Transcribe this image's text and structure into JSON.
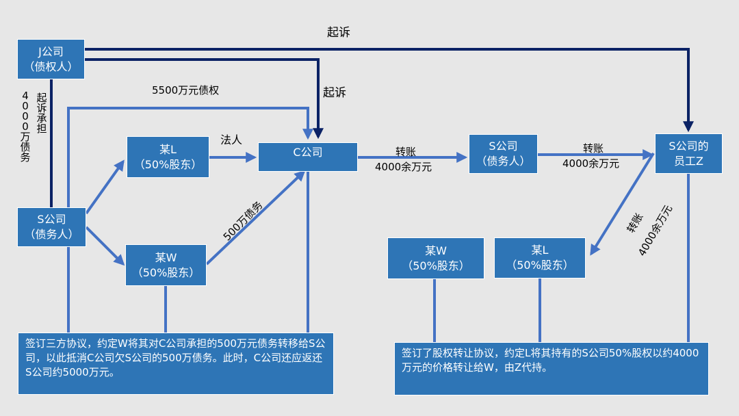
{
  "colors": {
    "background": "#e7e7e7",
    "box_fill": "#2e75b6",
    "flow_arrow": "#4472c4",
    "lawsuit_arrow": "#0b2265",
    "connector": "#3a6bc0"
  },
  "nodes": {
    "j_company": {
      "line1": "J公司",
      "line2": "（债权人）"
    },
    "s_company_left": {
      "line1": "S公司",
      "line2": "（债务人）"
    },
    "mou_l_left": {
      "line1": "某L",
      "line2": "（50%股东）"
    },
    "mou_w_left": {
      "line1": "某W",
      "line2": "（50%股东）"
    },
    "c_company": {
      "line1": "C公司"
    },
    "s_company_mid": {
      "line1": "S公司",
      "line2": "（债务人）"
    },
    "s_employee_z": {
      "line1": "S公司的",
      "line2": "员工Z"
    },
    "mou_w_right": {
      "line1": "某W",
      "line2": "（50%股东）"
    },
    "mou_l_right": {
      "line1": "某L",
      "line2": "（50%股东）"
    }
  },
  "labels": {
    "sue_top": "起诉",
    "sue_mid": "起诉",
    "debt_5500": "5500万元债权",
    "legal_person": "法人",
    "transfer_1": "转账",
    "transfer_1_amount": "4000余万元",
    "transfer_2": "转账",
    "transfer_2_amount": "4000余万元",
    "transfer_3": "转账",
    "transfer_3_amount": "4000余万元",
    "debt_500": "500万债务",
    "vertical_sue_assume": "起诉承担",
    "vertical_amount": "4000万债务"
  },
  "notes": {
    "left": "签订三方协议，约定W将其对C公司承担的500万元债务转移给S公司，以此抵消C公司欠S公司的500万债务。此时，C公司还应返还S公司约5000万元。",
    "right": "签订了股权转让协议，约定L将其持有的S公司50%股权以约4000万元的价格转让给W，由Z代持。"
  }
}
